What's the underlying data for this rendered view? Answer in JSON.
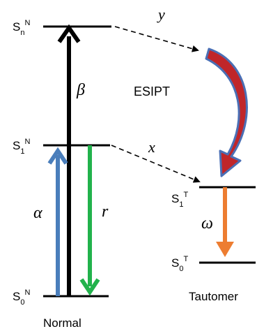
{
  "levels": {
    "sn_normal": {
      "main": "S",
      "sub": "n",
      "sup": "N"
    },
    "s1_normal": {
      "main": "S",
      "sub": "1",
      "sup": "N"
    },
    "s0_normal": {
      "main": "S",
      "sub": "0",
      "sup": "N"
    },
    "s1_tautomer": {
      "main": "S",
      "sub": "1",
      "sup": "T"
    },
    "s0_tautomer": {
      "main": "S",
      "sub": "0",
      "sup": "T"
    }
  },
  "labels": {
    "beta": "β",
    "alpha": "α",
    "r": "r",
    "omega": "ω",
    "x": "x",
    "y": "y",
    "esipt": "ESIPT",
    "normal": "Normal",
    "tautomer": "Tautomer"
  },
  "colors": {
    "excitation_black": "#000000",
    "absorption_blue": "#4a7ebb",
    "emission_green": "#22b24c",
    "tautomer_emission_orange": "#ed7d31",
    "esipt_arrow_fill": "#c0262a",
    "esipt_arrow_outline": "#4a6fb5"
  }
}
